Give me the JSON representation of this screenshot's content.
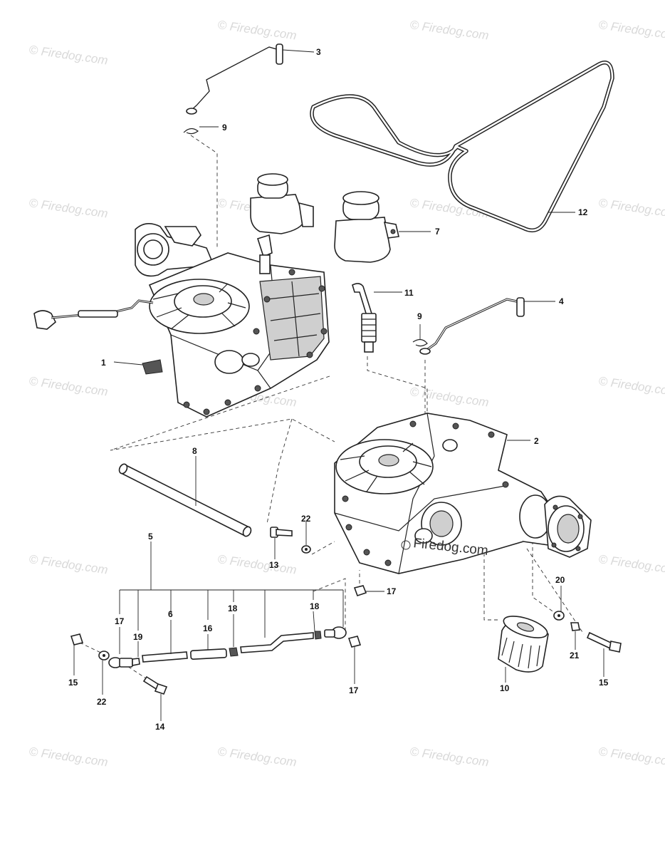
{
  "watermark": {
    "text": "© Firedog.com"
  },
  "brand_mark": {
    "text": "Firedog.com"
  },
  "callouts": [
    {
      "id": "c1",
      "label": "1"
    },
    {
      "id": "c2",
      "label": "2"
    },
    {
      "id": "c3",
      "label": "3"
    },
    {
      "id": "c4",
      "label": "4"
    },
    {
      "id": "c5",
      "label": "5"
    },
    {
      "id": "c6",
      "label": "6"
    },
    {
      "id": "c7",
      "label": "7"
    },
    {
      "id": "c8",
      "label": "8"
    },
    {
      "id": "c9a",
      "label": "9"
    },
    {
      "id": "c9b",
      "label": "9"
    },
    {
      "id": "c10",
      "label": "10"
    },
    {
      "id": "c11",
      "label": "11"
    },
    {
      "id": "c12",
      "label": "12"
    },
    {
      "id": "c13",
      "label": "13"
    },
    {
      "id": "c14",
      "label": "14"
    },
    {
      "id": "c15a",
      "label": "15"
    },
    {
      "id": "c15b",
      "label": "15"
    },
    {
      "id": "c16",
      "label": "16"
    },
    {
      "id": "c17a",
      "label": "17"
    },
    {
      "id": "c17b",
      "label": "17"
    },
    {
      "id": "c17c",
      "label": "17"
    },
    {
      "id": "c18a",
      "label": "18"
    },
    {
      "id": "c18b",
      "label": "18"
    },
    {
      "id": "c19",
      "label": "19"
    },
    {
      "id": "c20",
      "label": "20"
    },
    {
      "id": "c21",
      "label": "21"
    },
    {
      "id": "c22a",
      "label": "22"
    },
    {
      "id": "c22b",
      "label": "22"
    }
  ]
}
